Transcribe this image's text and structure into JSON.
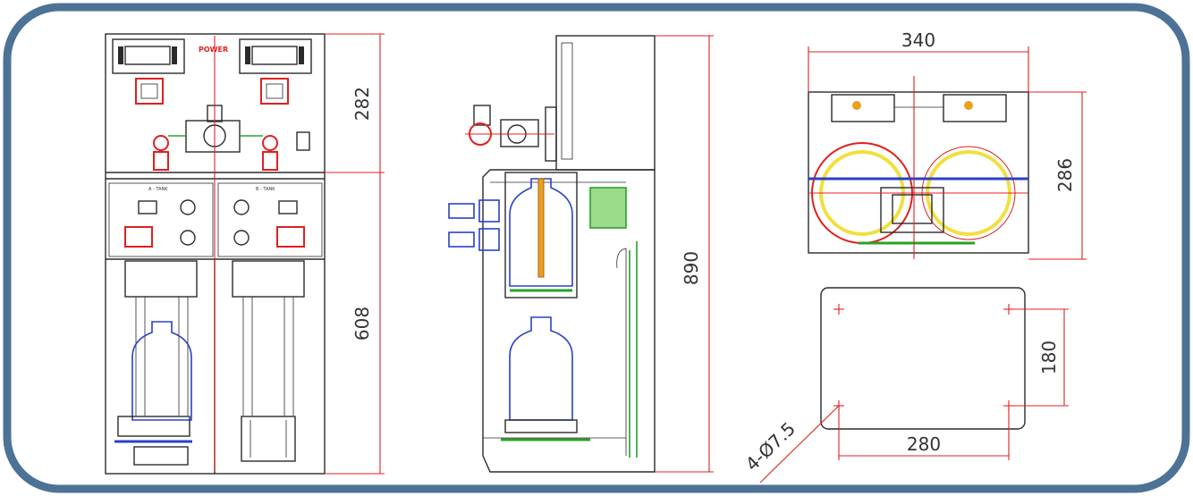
{
  "colors": {
    "frame": "#4d7296",
    "ink": "#2b2b2b",
    "dimension": "#e02020",
    "gas_line": "#2a40c8",
    "accent_green": "#2aa02a",
    "accent_yellow": "#f0e040"
  },
  "front_view": {
    "dim_upper": "282",
    "dim_lower": "608",
    "gauge_a_label": "A - TANK",
    "gauge_b_label": "B - TANK",
    "brand_label": "POWER"
  },
  "side_view": {
    "dim_height": "890"
  },
  "top_view": {
    "dim_width": "340",
    "dim_depth": "286"
  },
  "base_view": {
    "dim_hole_spacing_x": "280",
    "dim_hole_spacing_y": "180",
    "hole_callout": "4-Ø7.5"
  }
}
